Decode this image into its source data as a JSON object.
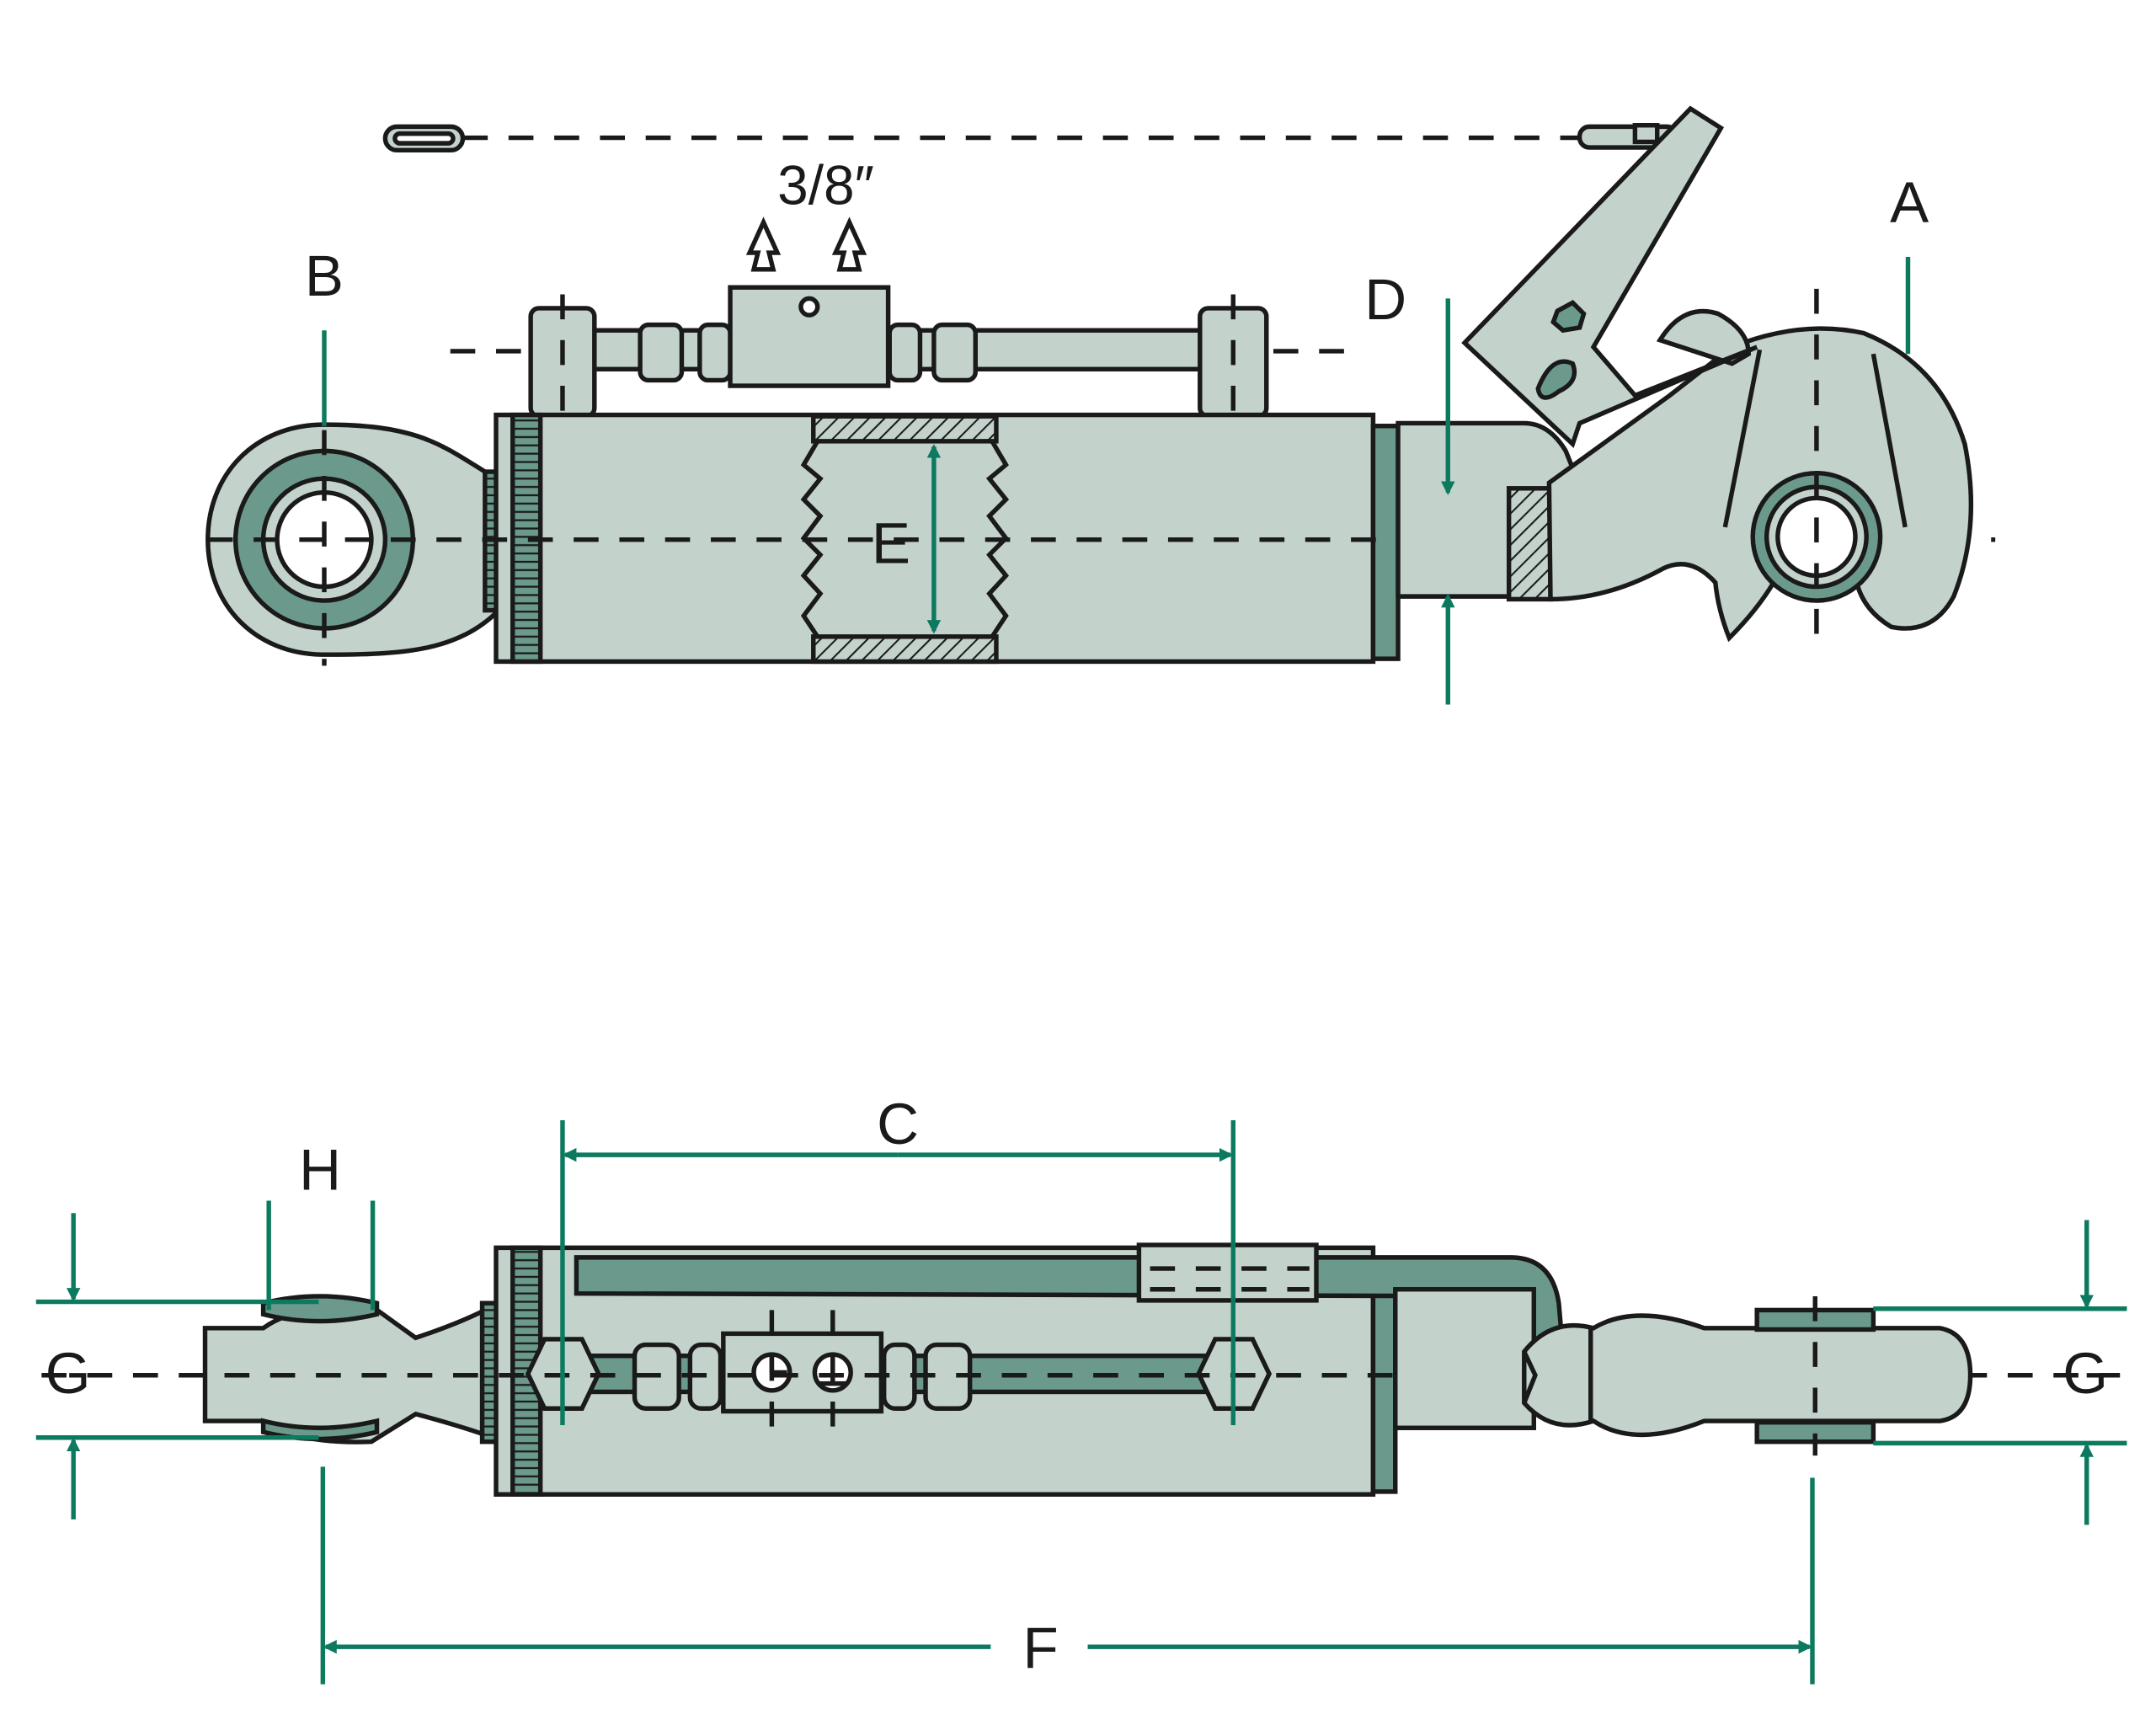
{
  "colors": {
    "body_fill": "#c3d3cc",
    "dark_fill": "#6b9a8c",
    "outline": "#1a1a1a",
    "dimension": "#0d7a5f"
  },
  "labels": {
    "thread": "3/8″",
    "a": "A",
    "b": "B",
    "c": "C",
    "d": "D",
    "e": "E",
    "f": "F",
    "g_left": "G",
    "g_right": "G",
    "h": "H"
  }
}
